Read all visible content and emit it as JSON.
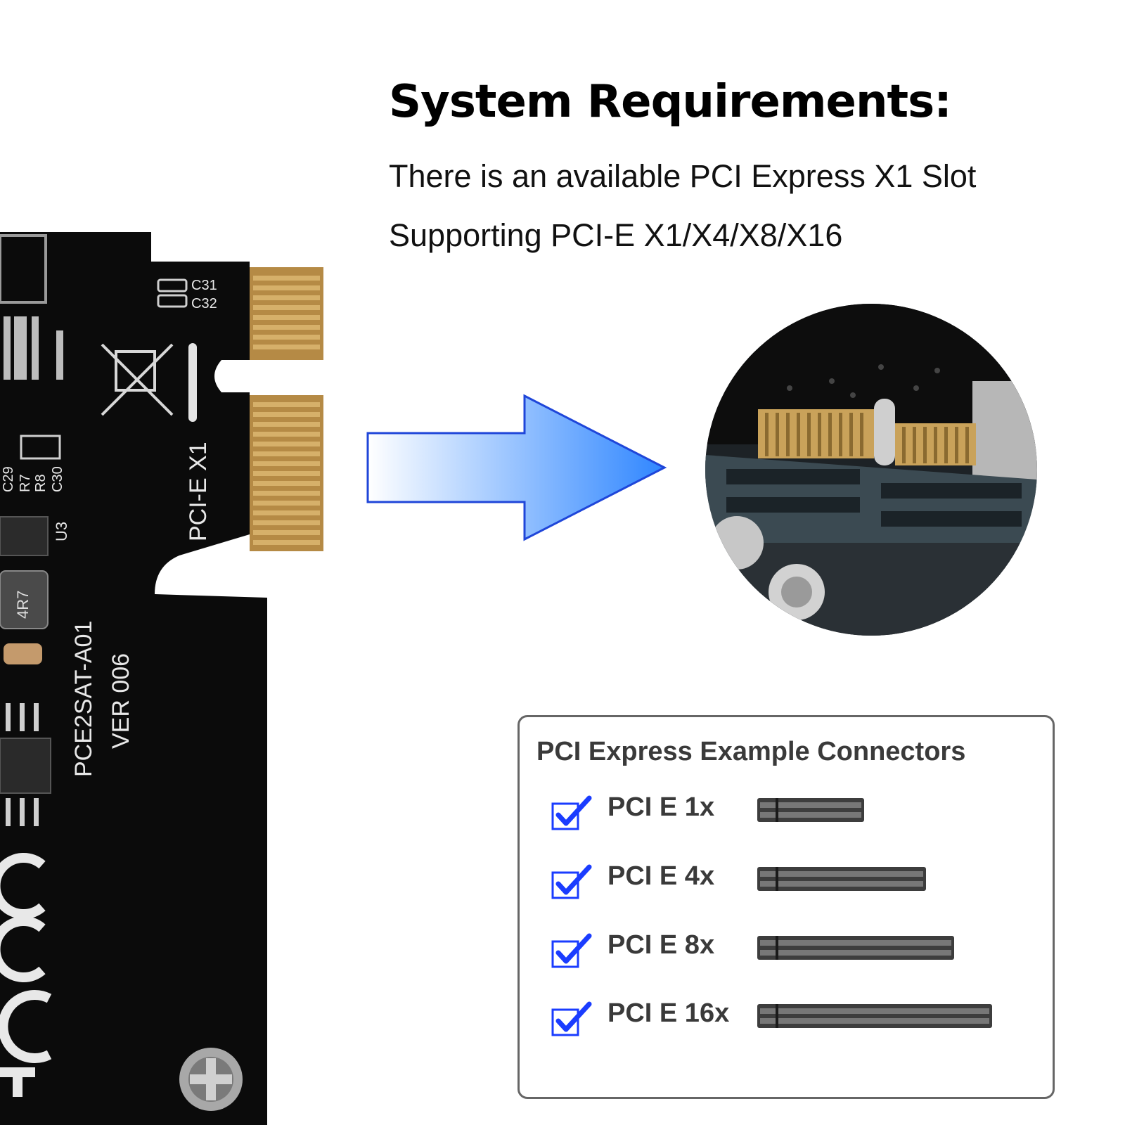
{
  "requirements": {
    "title": "System Requirements:",
    "line1": "There is an available PCI Express X1 Slot",
    "line2": "Supporting PCI-E X1/X4/X8/X16"
  },
  "card": {
    "silkscreen": [
      "C31",
      "C32",
      "PCI-E X1",
      "C29",
      "R7",
      "R8",
      "C30",
      "U3",
      "4R7",
      "PCE2SAT-A01",
      "VER 006"
    ],
    "logos": [
      "CE",
      "FC"
    ]
  },
  "connectors": {
    "title": "PCI Express Example Connectors",
    "items": [
      {
        "label": "PCI E 1x",
        "checked": true,
        "lanes": 1
      },
      {
        "label": "PCI E 4x",
        "checked": true,
        "lanes": 4
      },
      {
        "label": "PCI E 8x",
        "checked": true,
        "lanes": 8
      },
      {
        "label": "PCI E 16x",
        "checked": true,
        "lanes": 16
      }
    ]
  },
  "colors": {
    "board": "#0b0b0b",
    "gold": "#c9a25a",
    "arrow_start": "#ffffff",
    "arrow_end": "#2f86ff",
    "check": "#1a3cff",
    "slot": "#3d3d3d"
  }
}
